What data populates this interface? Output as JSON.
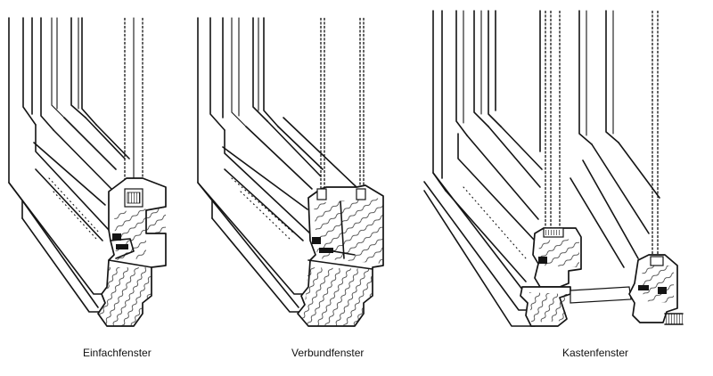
{
  "figure": {
    "captions": [
      "Einfachfenster",
      "Verbundfenster",
      "Kastenfenster"
    ]
  }
}
